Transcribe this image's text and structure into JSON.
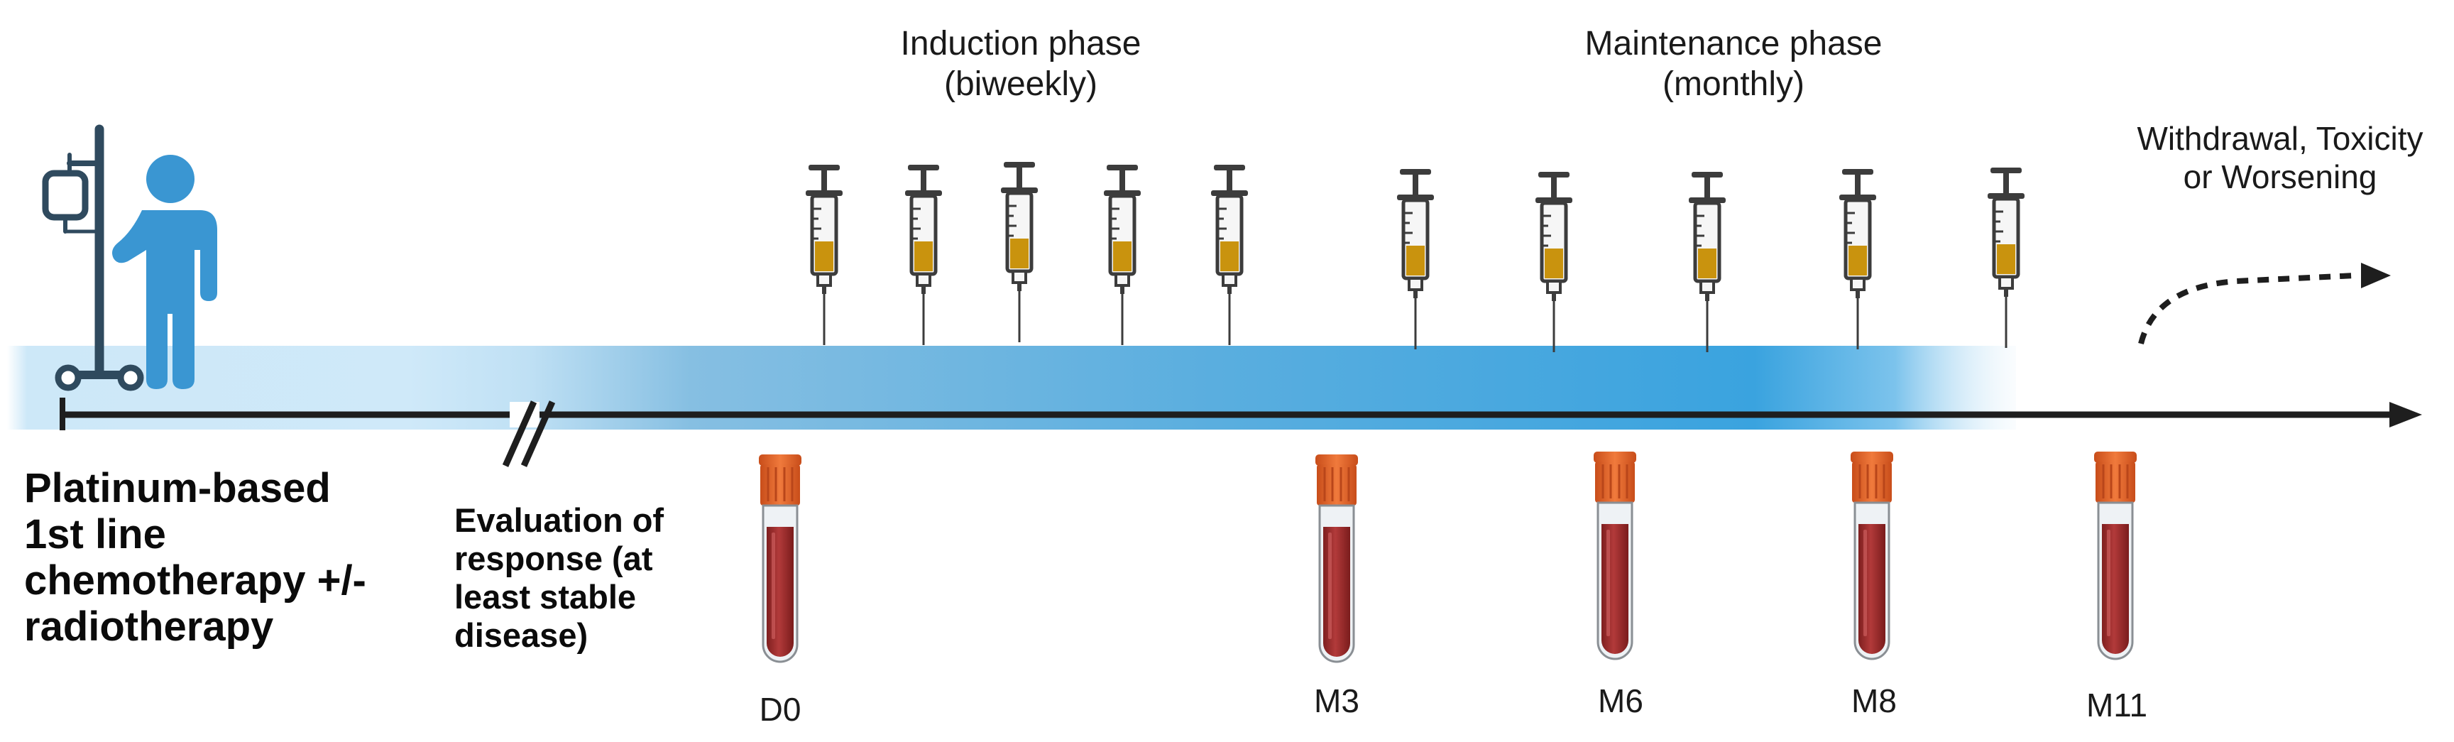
{
  "phases": {
    "induction": [
      "Induction phase",
      "(biweekly)"
    ],
    "maintenance": [
      "Maintenance phase",
      "(monthly)"
    ]
  },
  "outcome": [
    "Withdrawal, Toxicity",
    "or Worsening"
  ],
  "start_label": [
    "Platinum-based",
    "1st line",
    "chemotherapy +/-",
    "radiotherapy"
  ],
  "evaluation_label": [
    "Evaluation of",
    "response (at",
    "least stable",
    "disease)"
  ],
  "timepoints": [
    "D0",
    "M3",
    "M6",
    "M8",
    "M11"
  ],
  "injections": {
    "induction_count": 5,
    "maintenance_count": 5
  },
  "colors": {
    "band": "#3aa3df",
    "band_light": "#cde8f8",
    "timeline": "#1e1e1e",
    "patient": "#3a96d2",
    "iv_pole": "#2f4a5e",
    "syringe_fluid": "#c9930e",
    "tube_cap": "#e8652a",
    "tube_blood": "#a83232"
  }
}
